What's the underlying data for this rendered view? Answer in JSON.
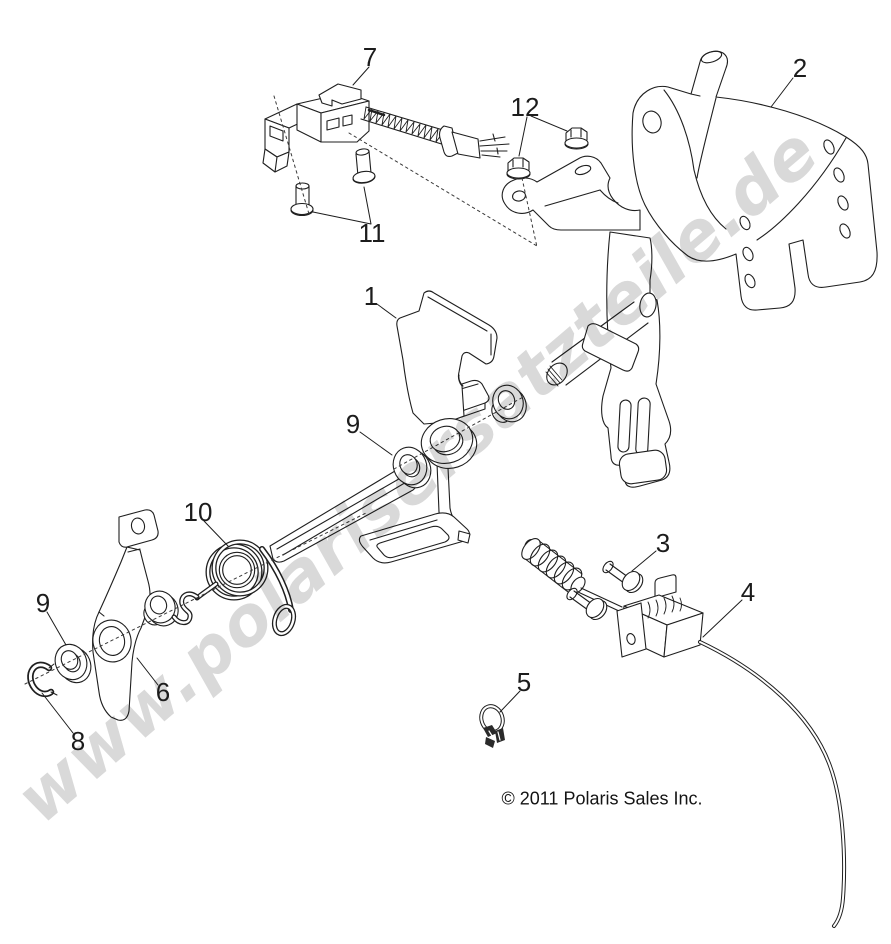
{
  "colors": {
    "background": "#ffffff",
    "line": "#1f1f1f",
    "watermark": "#d9d9d9"
  },
  "watermark": {
    "text": "www.polarisersatzteile.de"
  },
  "footer": {
    "copyright": "© 2011 Polaris Sales Inc."
  },
  "callouts": [
    {
      "label": "1"
    },
    {
      "label": "2"
    },
    {
      "label": "3"
    },
    {
      "label": "4"
    },
    {
      "label": "5"
    },
    {
      "label": "6"
    },
    {
      "label": "7"
    },
    {
      "label": "8"
    },
    {
      "label": "9"
    },
    {
      "label": "9"
    },
    {
      "label": "10"
    },
    {
      "label": "11"
    },
    {
      "label": "12"
    }
  ]
}
